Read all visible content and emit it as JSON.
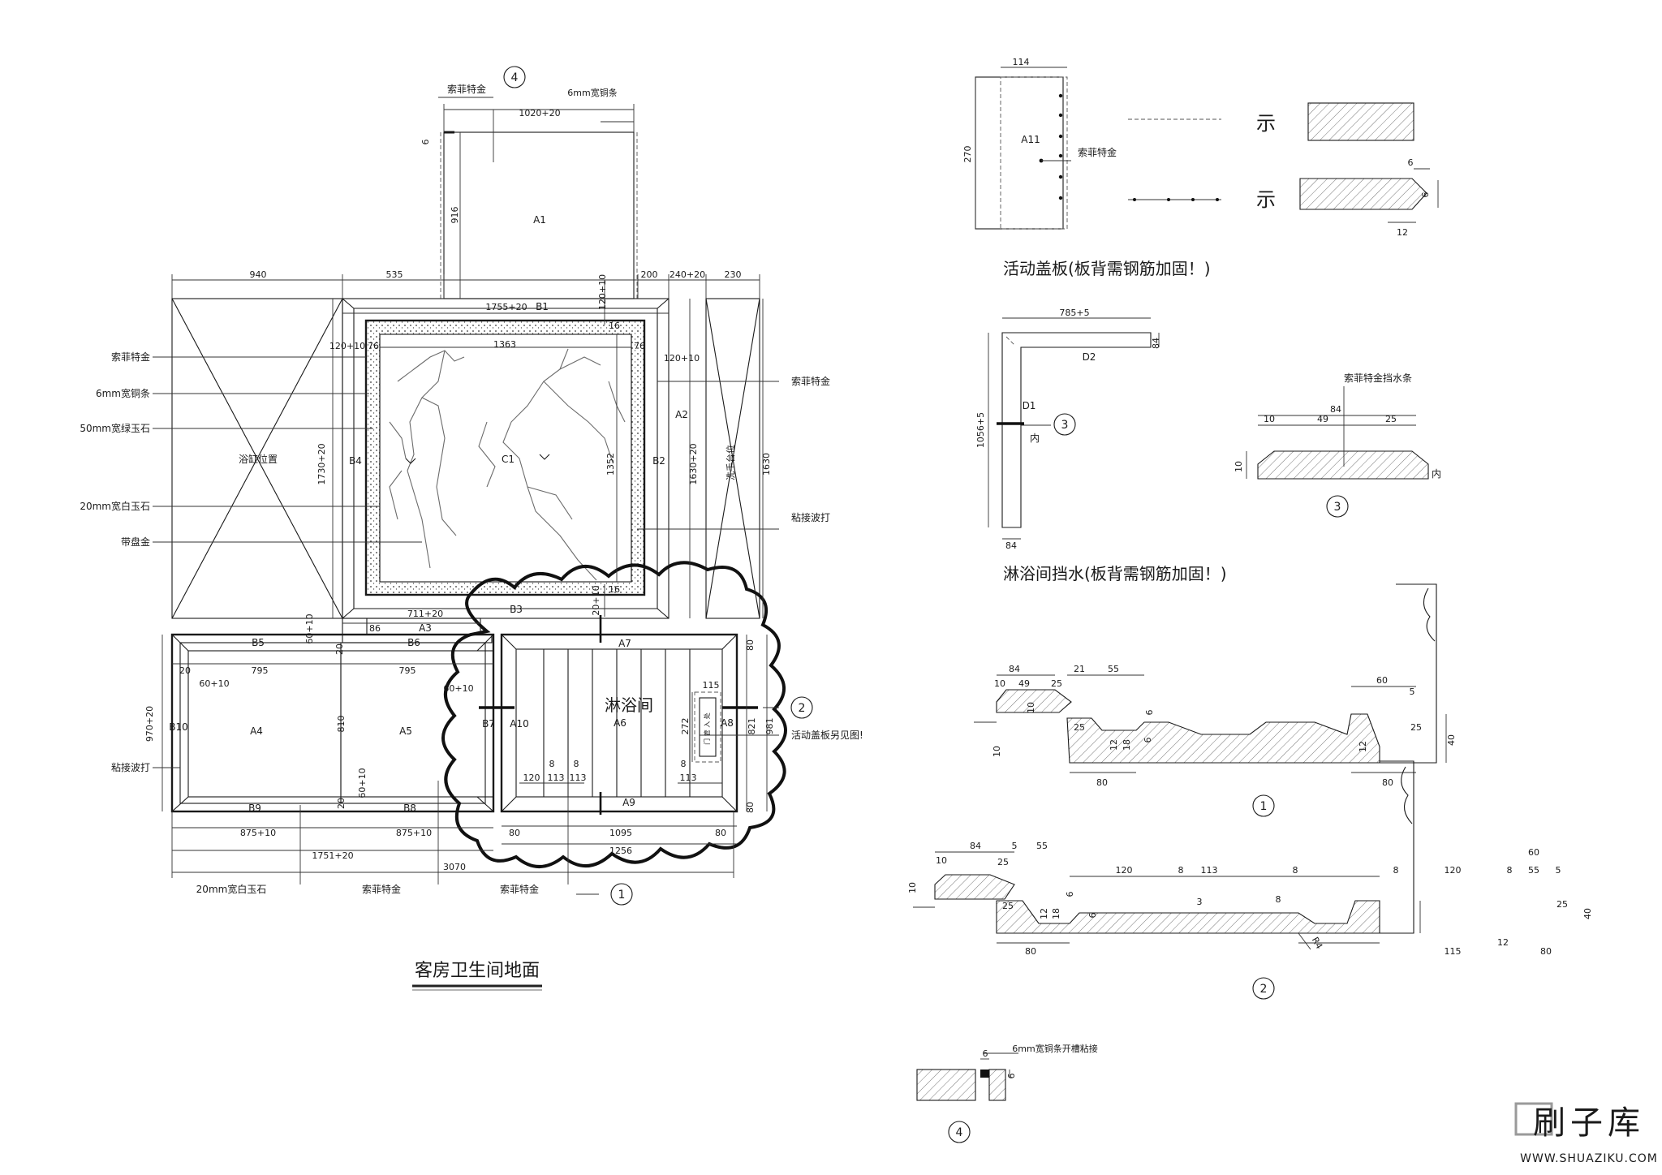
{
  "labels": {
    "plan_title": "客房卫生间地面",
    "shower_room": "淋浴间",
    "cover_title": "活动盖板(板背需钢筋加固！)",
    "guard_title": "淋浴间挡水(板背需钢筋加固！)",
    "shi_1": "示",
    "shi_2": "示",
    "nei_1": "内",
    "nei_2": "内",
    "note_sofia_top": "索菲特金",
    "note_6mm_top": "6mm宽铜条",
    "note_sofia_left": "索菲特金",
    "note_6mm_left": "6mm宽铜条",
    "note_50mm": "50mm宽绿玉石",
    "note_20mm_left": "20mm宽白玉石",
    "note_dishpan": "带盘金",
    "note_glue_left": "粘接波打",
    "note_sofia_right": "索菲特金",
    "note_glue_right": "粘接波打",
    "note_cover_ref": "活动盖板另见图!",
    "note_20mm_bottom": "20mm宽白玉石",
    "note_sofia_b1": "索菲特金",
    "note_sofia_b2": "索菲特金",
    "note_bath_pos": "浴缸位置",
    "note_basin_pos": "洗手台位",
    "note_cover_sofia": "索菲特金",
    "note_guard_strip": "索菲特金挡水条",
    "note_copper_slot": "6mm宽铜条开槽粘接",
    "note_tiny": "门 管 入 处"
  },
  "marks": {
    "A1": "A1",
    "A2": "A2",
    "A3": "A3",
    "A4": "A4",
    "A5": "A5",
    "A6": "A6",
    "A7": "A7",
    "A8": "A8",
    "A9": "A9",
    "A10": "A10",
    "A11": "A11",
    "B1": "B1",
    "B2": "B2",
    "B3": "B3",
    "B4": "B4",
    "B5": "B5",
    "B6": "B6",
    "B7": "B7",
    "B8": "B8",
    "B9": "B9",
    "B10": "B10",
    "C1": "C1",
    "D1": "D1",
    "D2": "D2"
  },
  "callouts": {
    "plan_4": "4",
    "plan_2": "2",
    "plan_1": "1",
    "guard_3a": "3",
    "guard_3b": "3",
    "sec_1": "1",
    "sec_2": "2",
    "sec_4": "4"
  },
  "dims": {
    "top_1020": "1020+20",
    "top_6": "6",
    "top_916": "916",
    "row_940": "940",
    "row_535": "535",
    "row_200": "200",
    "row_240": "240+20",
    "row_230": "230",
    "b1_1755": "1755+20",
    "b1_120_10": "120+10",
    "c_1363": "1363",
    "l_120_10": "120+10",
    "l_76": "76",
    "r_76": "76",
    "r_16": "16",
    "r_120_10": "120+10",
    "v_1730": "1730+20",
    "v_1352": "1352",
    "v_1630": "1630+20",
    "v_1630b": "1630",
    "v_20_10": "20+10",
    "v_16": "16",
    "a3_86": "86",
    "a3_711": "711+20",
    "v_60_10": "60+10",
    "b6_20": "20",
    "a4_20": "20",
    "a4_795a": "795",
    "a4_795b": "795",
    "a4_60_10a": "60+10",
    "a5_60_10": "60+10",
    "a4_970": "970+20",
    "a4_810": "810",
    "a4_60_10b": "60+10",
    "a4_20b": "20",
    "b9_875a": "875+10",
    "b9_875b": "875+10",
    "b_1751": "1751+20",
    "b_3070": "3070",
    "s_80a": "80",
    "s_80b": "80",
    "s_80c": "80",
    "s_80d": "80",
    "s_115": "115",
    "s_272": "272",
    "s_821": "821",
    "s_981": "981",
    "s_120": "120",
    "s_8a": "8",
    "s_8b": "8",
    "s_113a": "113",
    "s_113b": "113",
    "s_8c": "8",
    "s_113c": "113",
    "s_1095": "1095",
    "s_1256": "1256",
    "cv_114": "114",
    "cv_270": "270",
    "hs_6": "6",
    "hs_12": "12",
    "hs_6b": "6",
    "gd_785": "785+5",
    "gd_84a": "84",
    "gd_1056": "1056+5",
    "gd_84b": "84",
    "gs_84": "84",
    "gs_10": "10",
    "gs_49": "49",
    "gs_25": "25",
    "gs_10v": "10",
    "s1_84": "84",
    "s1_10": "10",
    "s1_49": "49",
    "s1_25": "25",
    "s1_21": "21",
    "s1_55": "55",
    "s1_10b": "10",
    "s1_25b": "25",
    "s1_12": "12",
    "s1_18": "18",
    "s1_6": "6",
    "s1_6b": "6",
    "s1_10c": "10",
    "s1_80a": "80",
    "s1_60": "60",
    "s1_5": "5",
    "s1_12b": "12",
    "s1_25c": "25",
    "s1_40": "40",
    "s1_80b": "80",
    "s2_10": "10",
    "s2_84": "84",
    "s2_25": "25",
    "s2_5": "5",
    "s2_55": "55",
    "s2_120a": "120",
    "s2_8a": "8",
    "s2_113": "113",
    "s2_8b": "8",
    "s2_8c": "8",
    "s2_120b": "120",
    "s2_8d": "8",
    "s2_60": "60",
    "s2_55b": "55",
    "s2_5b": "5",
    "s2_10b": "10",
    "s2_25b": "25",
    "s2_12": "12",
    "s2_18": "18",
    "s2_6": "6",
    "s2_3": "3",
    "s2_6b": "6",
    "s2_8e": "8",
    "s2_25c": "25",
    "s2_40": "40",
    "s2_12b": "12",
    "s2_80a": "80",
    "s2_115": "115",
    "s2_80b": "80",
    "s2_r": "R4",
    "s4_6a": "6",
    "s4_6b": "6"
  },
  "watermark": {
    "brand": "刷子库",
    "url": "WWW.SHUAZIKU.COM"
  }
}
